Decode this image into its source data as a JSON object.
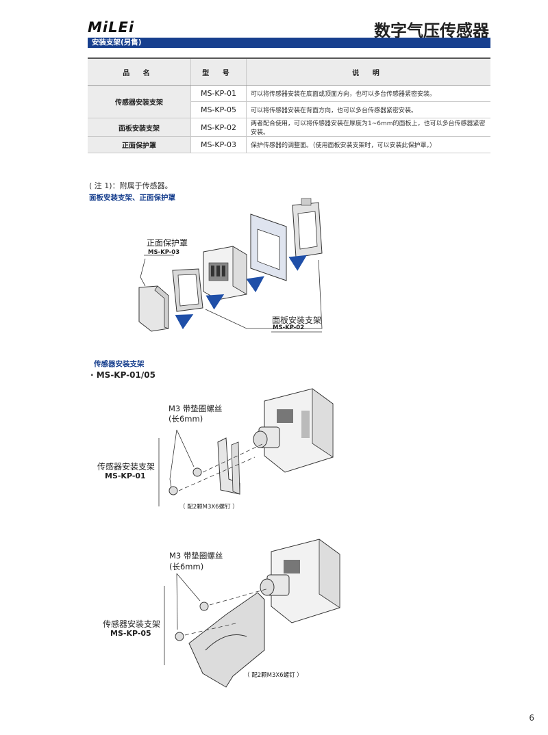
{
  "brand": {
    "logo_text": "MiLEi"
  },
  "header": {
    "title": "数字气压传感器"
  },
  "section_bar": {
    "label": "安装支架(另售)"
  },
  "table": {
    "headers": [
      "品 名",
      "型 号",
      "说 明"
    ],
    "rows": [
      {
        "name": "传感器安装支架",
        "model": "MS-KP-01",
        "desc": "可以将传感器安装在底面或顶面方向，也可以多台传感器紧密安装。"
      },
      {
        "name": "",
        "model": "MS-KP-05",
        "desc": "可以将传感器安装在背面方向，也可以多台传感器紧密安装。"
      },
      {
        "name": "面板安装支架",
        "model": "MS-KP-02",
        "desc": "两者配合使用，可以将传感器安装在厚度为1~6mm的面板上，也可以多台传感器紧密安装。"
      },
      {
        "name": "正面保护罩",
        "model": "MS-KP-03",
        "desc": "保护传感器的调整面。（使用面板安装支架时，可以安装此保护罩。）"
      }
    ]
  },
  "note": "( 注 1)：附属于传感器。",
  "diagram1": {
    "heading": "面板安装支架、正面保护罩",
    "cover_label": "正面保护罩",
    "cover_model": "MS-KP-03",
    "panel_label": "面板安装支架",
    "panel_model": "MS-KP-02"
  },
  "diagram2": {
    "heading": "传感器安装支架",
    "subheading": "· MS-KP-01/05",
    "screw_label_1": "M3 带垫圈螺丝",
    "screw_len_1": "(长6mm)",
    "bracket_label_1": "传感器安装支架",
    "bracket_model_1": "MS-KP-01",
    "screw_note_1": "（ 配2颗M3X6螺钉 ）",
    "screw_label_2": "M3 带垫圈螺丝",
    "screw_len_2": "(长6mm)",
    "bracket_label_2": "传感器安装支架",
    "bracket_model_2": "MS-KP-05",
    "screw_note_2": "（ 配2颗M3X6螺钉 ）"
  },
  "page_number": "6",
  "colors": {
    "brand_blue": "#173f8e",
    "arrow_blue": "#1f4fa8",
    "table_head_bg": "#ececec"
  }
}
